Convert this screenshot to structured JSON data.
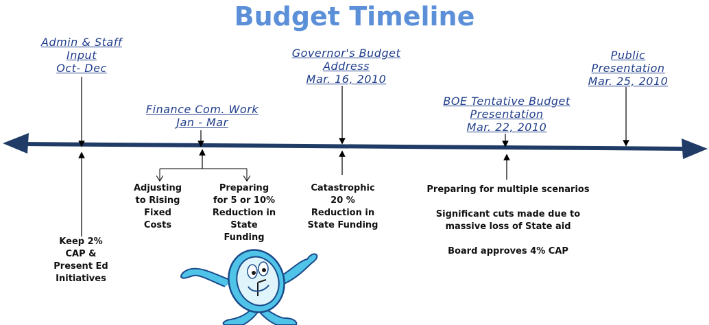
{
  "title": "Budget Timeline",
  "events": [
    {
      "line1": "Admin & Staff",
      "line2": "Input",
      "line3": "Oct- Dec"
    },
    {
      "line1": "Finance Com. Work",
      "line2": "Jan - Mar"
    },
    {
      "line1": "Governor's Budget",
      "line2": "Address",
      "line3": "Mar. 16, 2010"
    },
    {
      "line1": "BOE Tentative Budget",
      "line2": "Presentation",
      "line3": "Mar. 22, 2010"
    },
    {
      "line1": "Public",
      "line2": "Presentation",
      "line3": "Mar. 25, 2010"
    }
  ],
  "notes": {
    "keep_cap": [
      "Keep 2%",
      "CAP &",
      "Present Ed",
      "Initiatives"
    ],
    "adjusting": [
      "Adjusting",
      "to Rising",
      "Fixed",
      "Costs"
    ],
    "preparing": [
      "Preparing",
      "for 5 or 10%",
      "Reduction in",
      "State",
      "Funding"
    ],
    "catastrophic": [
      "Catastrophic",
      "20 %",
      "Reduction in",
      "State Funding"
    ],
    "boe": [
      "Preparing for multiple scenarios",
      "Significant cuts  made due to",
      "massive loss of State aid",
      "Board approves 4%  CAP"
    ]
  },
  "colors": {
    "title": "#5b8fd8",
    "timeline": "#1f3b66",
    "event_text": "#1f3d8a"
  },
  "mascot": "running-clock-cartoon"
}
